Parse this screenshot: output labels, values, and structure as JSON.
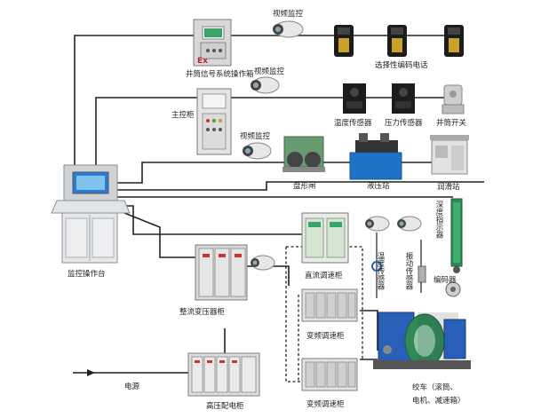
{
  "labels": {
    "video_monitor_top": "视频监控",
    "shaft_signal_cabinet": "井筒信号系统操作箱",
    "selective_phone": "选择性编码电话",
    "video_monitor_2": "视频监控",
    "main_control_cabinet": "主控柜",
    "temp_sensor": "温度传感器",
    "pressure_sensor": "压力传感器",
    "shaft_switch": "井筒开关",
    "video_monitor_3": "视频监控",
    "disc_brake": "盘形闸",
    "hydraulic_station": "液压站",
    "lube_station": "润滑站",
    "monitor_console": "监控操作台",
    "dc_speed_cabinet": "直流调速柜",
    "temp_sensor_v": "温度传感器",
    "vibration_sensor_v": "振动传感器",
    "depth_indicator_v": "深度指示器",
    "encoder": "编码器",
    "rectifier_transformer_cabinet": "整流变压器柜",
    "vf_cabinet_1": "变频调速柜",
    "vf_cabinet_2": "变频调速柜",
    "winch_line1": "绞车（滚筒、",
    "winch_line2": "电机、减速箱）",
    "power_source": "电源",
    "hv_cabinet": "高压配电柜",
    "ex_mark": "Ex"
  },
  "colors": {
    "line": "#222222",
    "cabinet": "#d9d9d9",
    "panel_green": "#3aa36b",
    "phone": "#1c1c1c",
    "hydraulic_blue": "#1e73c8",
    "winch_blue": "#2a5fb8",
    "drum_green": "#2e8b57",
    "camera": "#e8e8e8",
    "ex_red": "#c0282c",
    "screen_blue": "#2b7cd3"
  }
}
